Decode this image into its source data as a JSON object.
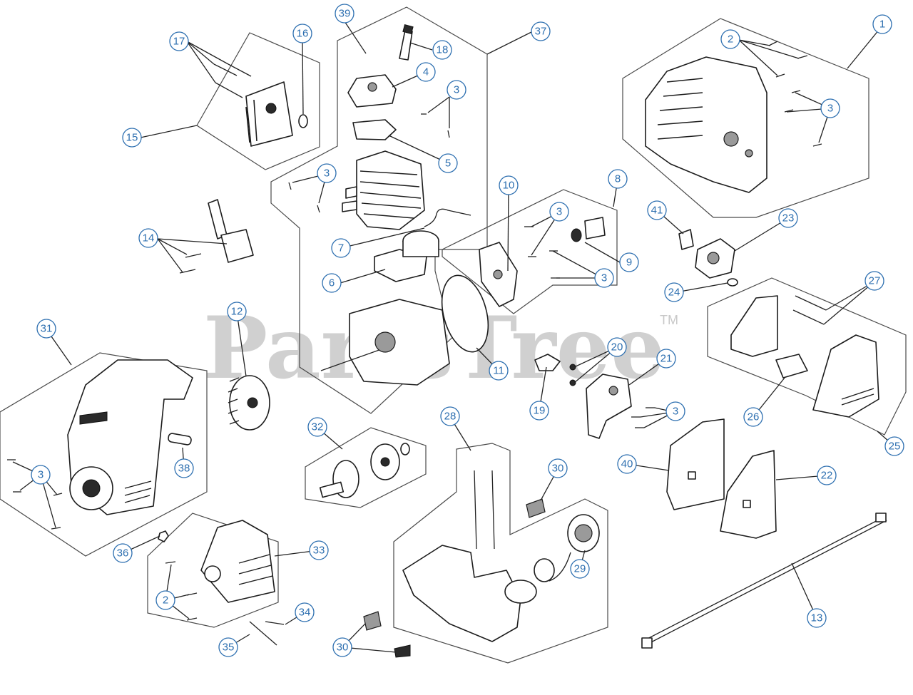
{
  "watermark": {
    "text": "PartsTree",
    "tm": "TM"
  },
  "callouts": [
    "39",
    "37",
    "17",
    "16",
    "18",
    "4",
    "3",
    "15",
    "5",
    "1",
    "2",
    "3",
    "3",
    "14",
    "7",
    "8",
    "10",
    "3",
    "41",
    "23",
    "9",
    "6",
    "3",
    "24",
    "27",
    "12",
    "31",
    "11",
    "20",
    "21",
    "19",
    "3",
    "26",
    "28",
    "32",
    "25",
    "30",
    "40",
    "22",
    "38",
    "3",
    "29",
    "36",
    "33",
    "2",
    "34",
    "13",
    "35",
    "30"
  ]
}
